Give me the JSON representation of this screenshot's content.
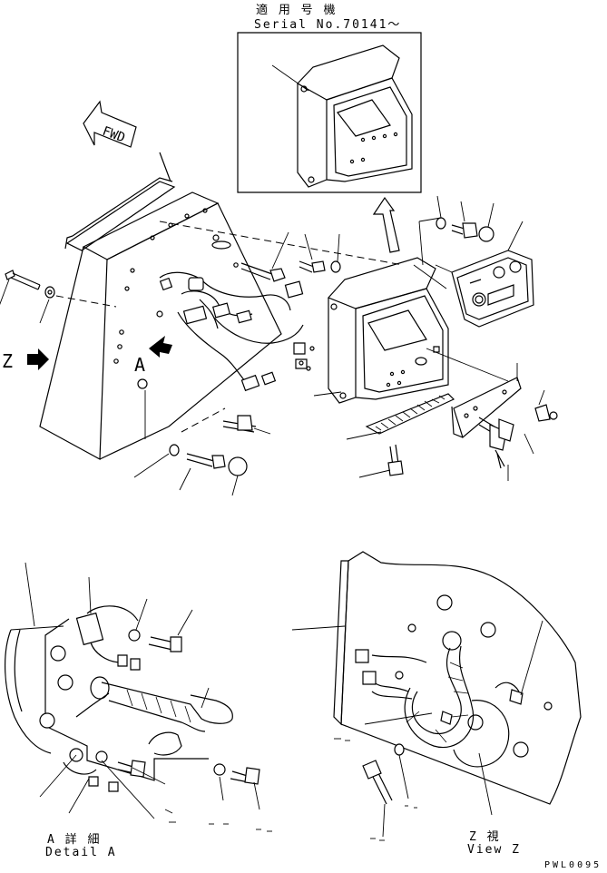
{
  "header": {
    "applicable_jp": "適 用 号 機",
    "serial": "Serial No.70141～"
  },
  "markers": {
    "fwd": "FWD",
    "z": "Z",
    "a": "A"
  },
  "captions": {
    "detail_a_jp": "A 詳 細",
    "detail_a_en": "Detail A",
    "view_z_jp": "Z 視",
    "view_z_en": "View Z"
  },
  "drawing_code": "PWL0095",
  "icons": {
    "arrow": "solid-arrow-icon",
    "fwd_arrow": "outline-arrow-icon"
  }
}
